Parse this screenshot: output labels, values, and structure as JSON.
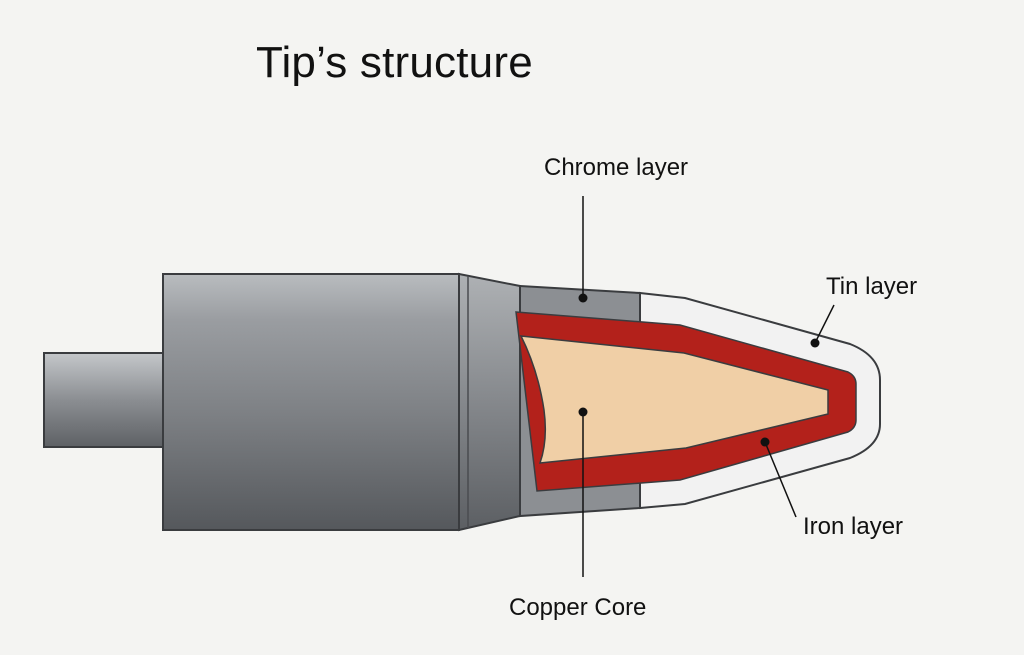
{
  "title": "Tip’s structure",
  "labels": {
    "chrome": "Chrome layer",
    "tin": "Tin layer",
    "iron": "Iron layer",
    "copper": "Copper Core"
  },
  "colors": {
    "background": "#f4f4f2",
    "shaft_gray": "#8f9296",
    "chrome": "#8c8f93",
    "tin": "#f2f2f2",
    "iron": "#b3211b",
    "copper": "#f0cfa6",
    "leader": "#111111"
  }
}
